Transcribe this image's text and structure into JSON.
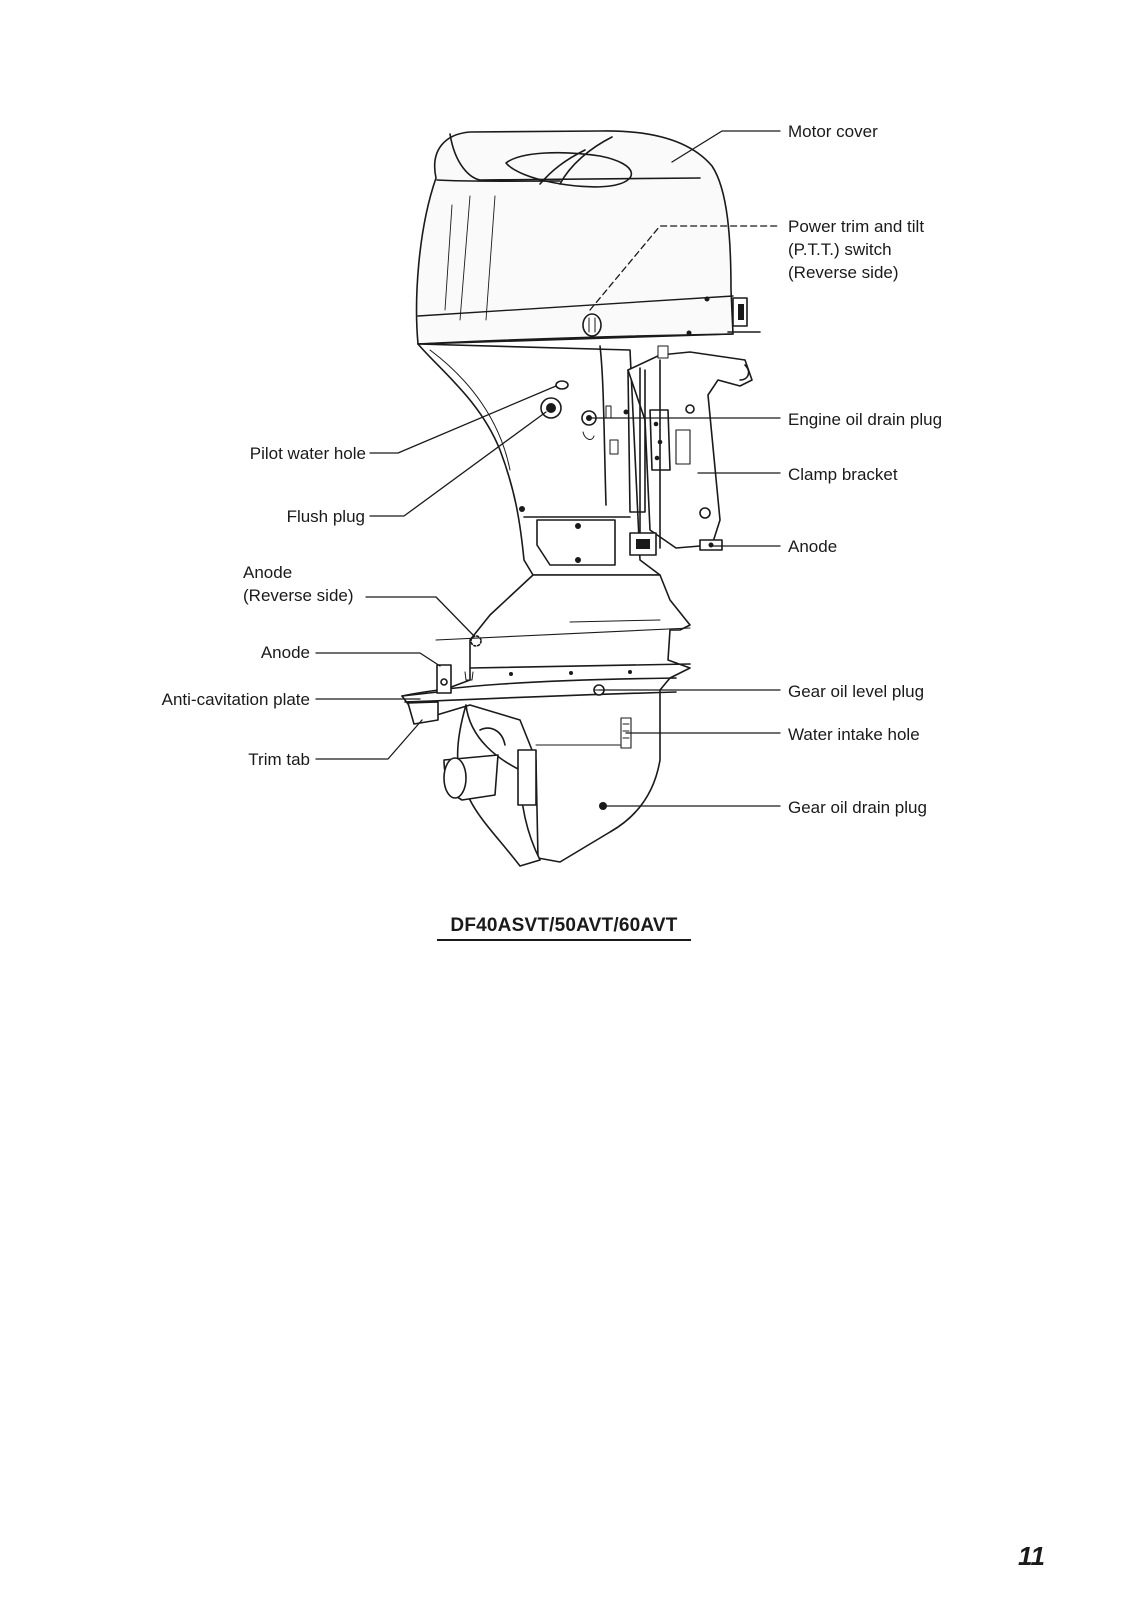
{
  "diagram": {
    "caption": "DF40ASVT/50AVT/60AVT",
    "callouts": {
      "motor_cover": "Motor cover",
      "ptt_switch": [
        "Power trim and tilt",
        "(P.T.T.) switch",
        "(Reverse side)"
      ],
      "engine_oil_drain_plug": "Engine oil drain plug",
      "clamp_bracket": "Clamp bracket",
      "anode_bracket": "Anode",
      "pilot_water_hole": "Pilot water hole",
      "flush_plug": "Flush plug",
      "anode_reverse": [
        "Anode",
        "(Reverse side)"
      ],
      "anode_cavitation": "Anode",
      "anti_cavitation_plate": "Anti-cavitation plate",
      "trim_tab": "Trim tab",
      "gear_oil_level_plug": "Gear oil level plug",
      "water_intake_hole": "Water intake hole",
      "gear_oil_drain_plug": "Gear oil drain plug"
    }
  },
  "page_number": "11"
}
